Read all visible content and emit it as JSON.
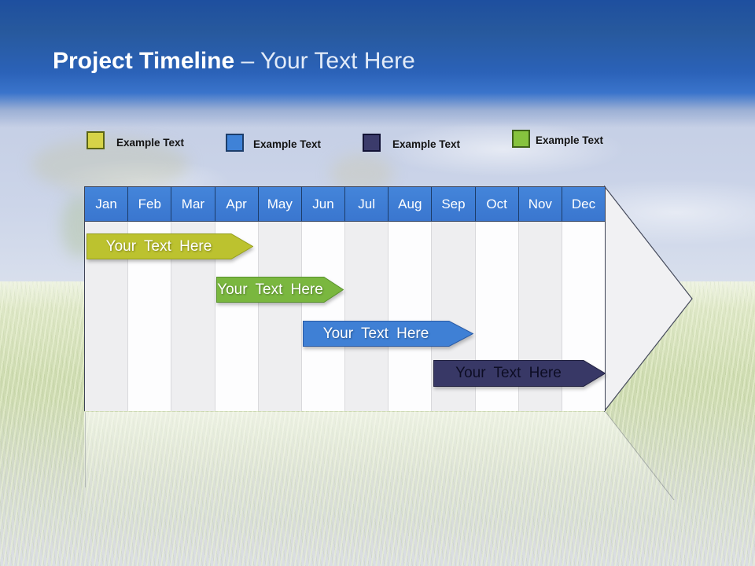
{
  "title": {
    "main": "Project Timeline",
    "sub": "– Your Text Here"
  },
  "legend": {
    "items": [
      {
        "label": "Example Text",
        "color": "#d6d348",
        "border": "#5c6614"
      },
      {
        "label": "Example Text",
        "color": "#3f82d7",
        "border": "#1d3e6b"
      },
      {
        "label": "Example Text",
        "color": "#3b3b6b",
        "border": "#131335"
      },
      {
        "label": "Example Text",
        "color": "#86c33e",
        "border": "#3f621b"
      }
    ]
  },
  "chart_data": {
    "type": "gantt",
    "title": "Project Timeline – Your Text Here",
    "months": [
      "Jan",
      "Feb",
      "Mar",
      "Apr",
      "May",
      "Jun",
      "Jul",
      "Aug",
      "Sep",
      "Oct",
      "Nov",
      "Dec"
    ],
    "header_color": "#3c7bd3",
    "legend_position": "top",
    "grid": "alternating-column-stripes",
    "bars": [
      {
        "row": 1,
        "label": "Your Text Here",
        "start_month": "Jan",
        "end_month": "Apr",
        "color": "#bcc22f",
        "border": "#949e1d",
        "text_color": "#ffffff"
      },
      {
        "row": 2,
        "label": "Your Text Here",
        "start_month": "Apr",
        "end_month": "Jun",
        "color": "#7ab73f",
        "border": "#58922c",
        "text_color": "#ffffff"
      },
      {
        "row": 3,
        "label": "Your Text Here",
        "start_month": "Jun",
        "end_month": "Sep",
        "color": "#3f80d5",
        "border": "#2a5ba6",
        "text_color": "#ffffff"
      },
      {
        "row": 4,
        "label": "Your Text Here",
        "start_month": "Sep",
        "end_month": "Dec",
        "color": "#383866",
        "border": "#20203f",
        "text_color": "#0d0d24"
      }
    ]
  }
}
